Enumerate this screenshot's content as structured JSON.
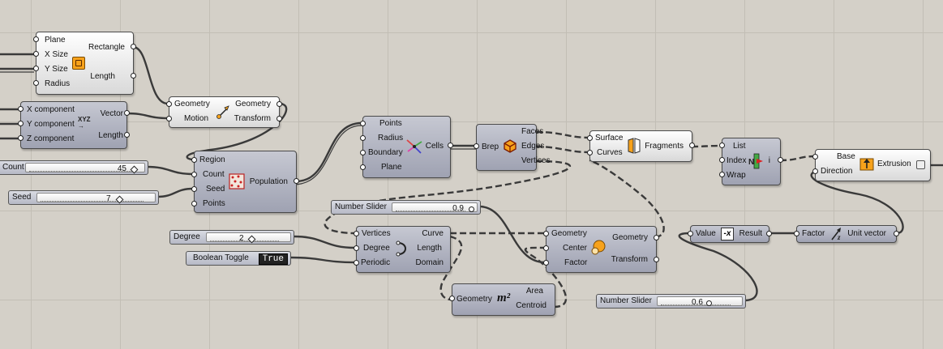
{
  "components": {
    "rectangle": {
      "inputs": [
        "Plane",
        "X Size",
        "Y Size",
        "Radius"
      ],
      "outputs": [
        "Rectangle",
        "Length"
      ]
    },
    "vector_xyz": {
      "inputs": [
        "X component",
        "Y component",
        "Z component"
      ],
      "outputs": [
        "Vector",
        "Length"
      ],
      "icon": "vector-xyz-icon"
    },
    "move": {
      "inputs": [
        "Geometry",
        "Motion"
      ],
      "outputs": [
        "Geometry",
        "Transform"
      ],
      "icon": "move-arrow-icon"
    },
    "populate": {
      "inputs": [
        "Region",
        "Count",
        "Seed",
        "Points"
      ],
      "outputs": [
        "Population"
      ],
      "icon": "populate-icon"
    },
    "voronoi": {
      "inputs": [
        "Points",
        "Radius",
        "Boundary",
        "Plane"
      ],
      "outputs": [
        "Cells"
      ],
      "icon": "voronoi-icon"
    },
    "deconstruct_brep": {
      "inputs": [
        "Brep"
      ],
      "outputs": [
        "Faces",
        "Edges",
        "Vertices"
      ],
      "icon": "deconstruct-brep-icon"
    },
    "split_surface": {
      "inputs": [
        "Surface",
        "Curves"
      ],
      "outputs": [
        "Fragments"
      ],
      "icon": "split-surface-icon"
    },
    "list_item": {
      "inputs": [
        "List",
        "Index",
        "Wrap"
      ],
      "outputs": [
        "i"
      ],
      "icon": "list-item-icon"
    },
    "extrusion": {
      "inputs": [
        "Base",
        "Direction"
      ],
      "outputs": [
        "Extrusion"
      ],
      "icon": "extrusion-icon"
    },
    "negative": {
      "inputs": [
        "Value"
      ],
      "outputs": [
        "Result"
      ],
      "icon": "negative-icon",
      "glyph": "-x"
    },
    "amplitude": {
      "inputs": [
        "Factor"
      ],
      "outputs": [
        "Unit vector"
      ],
      "icon": "unit-vector-icon"
    },
    "scale": {
      "inputs": [
        "Geometry",
        "Center",
        "Factor"
      ],
      "outputs": [
        "Geometry",
        "Transform"
      ],
      "icon": "scale-icon"
    },
    "nurbs_curve": {
      "inputs": [
        "Vertices",
        "Degree",
        "Periodic"
      ],
      "outputs": [
        "Curve",
        "Length",
        "Domain"
      ],
      "icon": "nurbs-curve-icon"
    },
    "area": {
      "inputs": [
        "Geometry"
      ],
      "outputs": [
        "Area",
        "Centroid"
      ],
      "icon": "area-icon",
      "glyph": "m²"
    }
  },
  "sliders": {
    "count": {
      "name": "Count",
      "value": "45"
    },
    "seed": {
      "name": "Seed",
      "value": "7"
    },
    "number1": {
      "name": "Number Slider",
      "value": "0.9"
    },
    "degree": {
      "name": "Degree",
      "value": "2"
    },
    "number2": {
      "name": "Number Slider",
      "value": "0.6"
    }
  },
  "toggle": {
    "name": "Boolean Toggle",
    "value": "True"
  },
  "colors": {
    "canvas": "#d4d0c8",
    "grid": "#c2beb5",
    "component": "#b4b6c3",
    "wire": "#3a3a3a",
    "icon_orange": "#f7a21b"
  }
}
